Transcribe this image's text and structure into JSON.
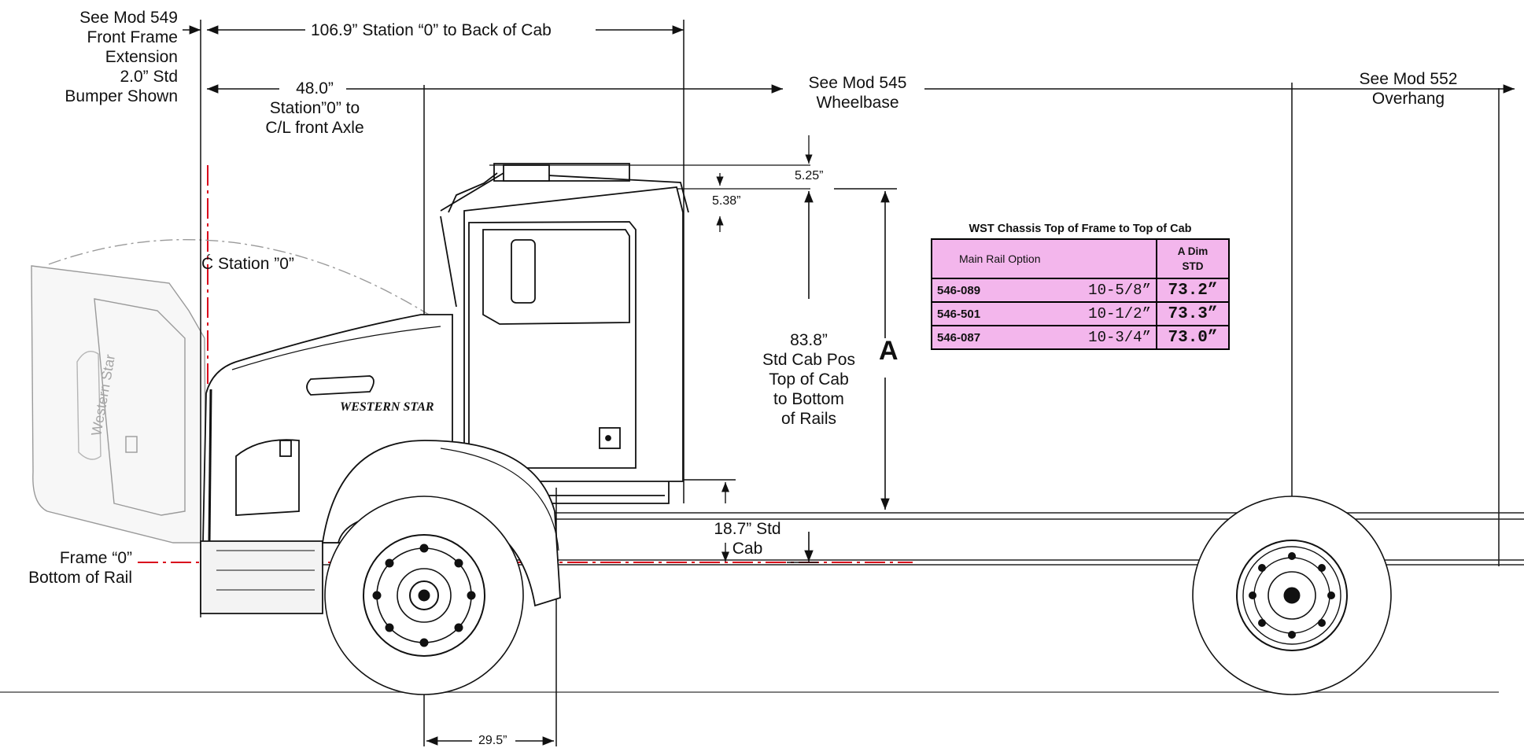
{
  "labels": {
    "front_frame": [
      "See Mod 549",
      "Front Frame",
      "Extension",
      "2.0” Std",
      "Bumper Shown"
    ],
    "station_to_cab": "106.9” Station “0” to Back of Cab",
    "station_to_axle": [
      "48.0”",
      "Station”0” to",
      "C/L front Axle"
    ],
    "wheelbase": [
      "See Mod 545",
      "Wheelbase"
    ],
    "overhang": [
      "See Mod 552",
      "Overhang"
    ],
    "dim_525": "5.25”",
    "dim_538": "5.38”",
    "station_zero": "Ć Station ”0”",
    "cab_pos": [
      "83.8”",
      "Std Cab Pos",
      "Top of Cab",
      "to Bottom",
      "of Rails"
    ],
    "dim_a": "A",
    "std_cab": [
      "18.7” Std",
      "Cab"
    ],
    "frame_zero": [
      "Frame “0”",
      "Bottom of Rail"
    ],
    "dim_295": "29.5”",
    "brand": "WESTERN STAR",
    "hood_brand": "Western Star"
  },
  "table": {
    "title": "WST Chassis Top of Frame to Top of Cab",
    "col_option": "Main Rail Option",
    "col_dim": [
      "A Dim",
      "STD"
    ],
    "rows": [
      {
        "option": "546-089",
        "size": "10-5/8”",
        "dim": "73.2”"
      },
      {
        "option": "546-501",
        "size": "10-1/2”",
        "dim": "73.3”"
      },
      {
        "option": "546-087",
        "size": "10-3/4”",
        "dim": "73.0”"
      }
    ]
  },
  "colors": {
    "line": "#111111",
    "centerline": "#d9001b",
    "table_fill": "#f3b6ec",
    "ghost_hood": "#9a9a9a"
  }
}
